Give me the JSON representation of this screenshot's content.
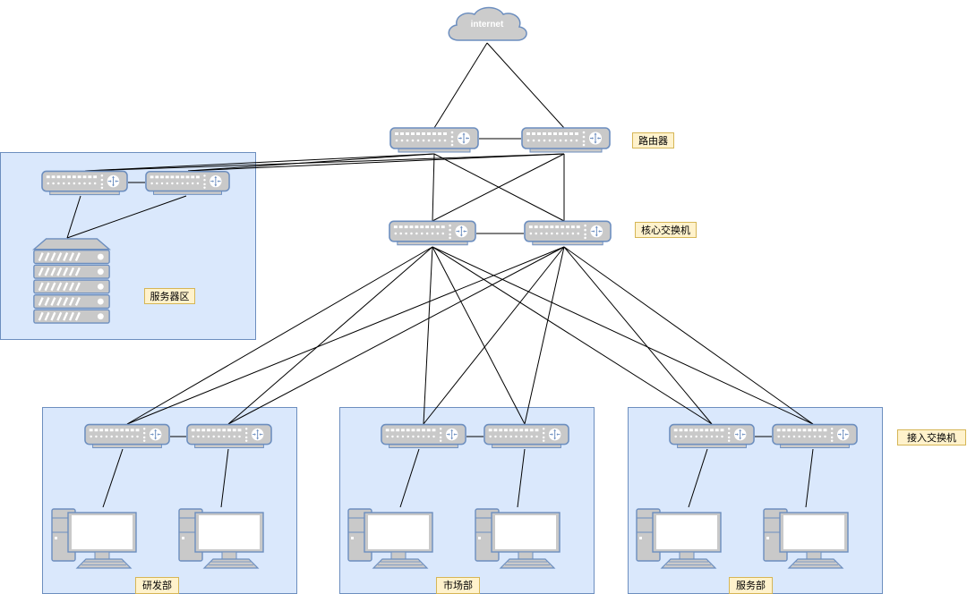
{
  "diagram": {
    "title": "Network topology",
    "internet": {
      "label": "internet",
      "icon": "cloud-icon"
    },
    "layers": {
      "router": {
        "label": "路由器",
        "count": 2,
        "icon": "router-icon"
      },
      "core": {
        "label": "核心交换机",
        "count": 2,
        "icon": "switch-icon"
      },
      "access": {
        "label": "接入交换机",
        "icon": "switch-icon"
      }
    },
    "server_zone": {
      "label": "服务器区",
      "switch_count": 2,
      "icon": "server-rack-icon"
    },
    "departments": [
      {
        "label": "研发部",
        "switch_count": 2,
        "pc_count": 2
      },
      {
        "label": "市场部",
        "switch_count": 2,
        "pc_count": 2
      },
      {
        "label": "服务部",
        "switch_count": 2,
        "pc_count": 2
      }
    ],
    "colors": {
      "zone_fill": "#dae8fc",
      "zone_stroke": "#6c8ebf",
      "label_fill": "#fff2cc",
      "label_stroke": "#d6b656",
      "device_fill": "#c9c9c9",
      "device_stroke": "#6c8ebf",
      "cloud_fill": "#cccccc"
    }
  }
}
